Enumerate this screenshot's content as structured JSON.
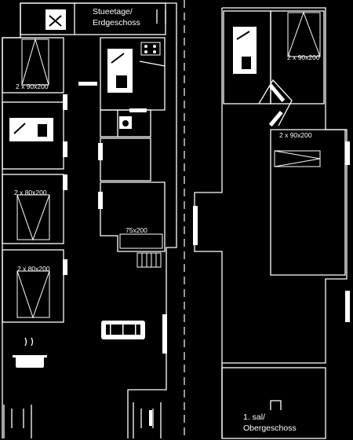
{
  "floors": {
    "ground": {
      "label_line1": "Stueetage/",
      "label_line2": "Erdgeschoss"
    },
    "upper": {
      "label_line1": "1. sal/",
      "label_line2": "Obergeschoss"
    }
  },
  "beds": {
    "top_left": "2 x 90x200",
    "left_mid": "2 x 80x200",
    "left_low": "2 x 80x200",
    "upper_right": "2 x 90x200",
    "upper_room": "2 x 90x200"
  },
  "dining_size": "75x200",
  "icons": [
    "shower-toilet-icon",
    "stove-icon",
    "sink-icon",
    "sofa-icon",
    "cooking-pot-icon",
    "washing-machine-icon"
  ]
}
